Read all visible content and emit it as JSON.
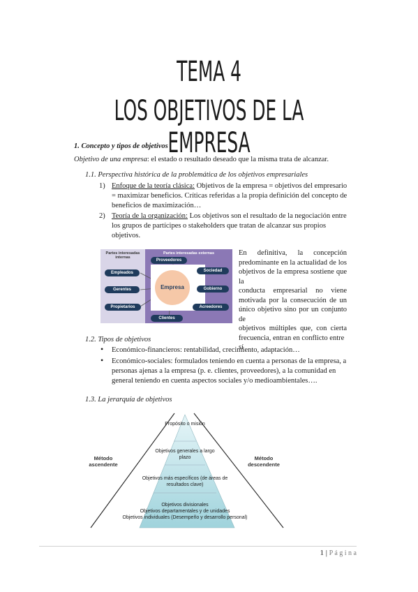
{
  "title": {
    "line1": "TEMA 4",
    "line2": "LOS OBJETIVOS DE LA EMPRESA"
  },
  "section1": {
    "heading": "1.   Concepto y tipos de objetivos",
    "def_term": "Objetivo de una empresa",
    "def_text": ": el estado o resultado deseado que la misma trata de alcanzar."
  },
  "sub11": {
    "heading": "1.1. Perspectiva histórica de la problemática de los objetivos empresariales",
    "item1_num": "1)",
    "item1_term": "Enfoque de la teoría clásica:",
    "item1_line1": " Objetivos de la empresa = objetivos del empresario",
    "item1_line2": "= maximizar beneficios. Críticas referidas a la propia definición del concepto de",
    "item1_line3": "beneficios de maximización…",
    "item2_num": "2)",
    "item2_term": "Teoría de la organización:",
    "item2_line1": " Los objetivos son el resultado de la negociación entre",
    "item2_line2": "los grupos de partícipes o stakeholders que tratan de alcanzar sus propios",
    "item2_line3": "objetivos."
  },
  "conclusion_lines": [
    "En definitiva, la concepción",
    "predominante en la actualidad de los",
    "objetivos de la empresa sostiene que la",
    "conducta empresarial no viene",
    "motivada por la consecución de un",
    "único objetivo sino por un conjunto de",
    "objetivos múltiples que, con cierta",
    "frecuencia, entran en conflicto entre sí"
  ],
  "diagram_stakeholders": {
    "internal_header": "Partes interesadas internas",
    "external_header": "Partes interesadas externas",
    "center": "Empresa",
    "internal": [
      "Empleados",
      "Gerentes",
      "Propietarios"
    ],
    "external": [
      "Proveedores",
      "Sociedad",
      "Gobierno",
      "Acreedores",
      "Clientes"
    ],
    "colors": {
      "internal_bg": "#d9d5e8",
      "external_bg": "#8b78b5",
      "pill": "#1f3b5c",
      "center": "#f6c8a8"
    }
  },
  "sub12": {
    "heading": "1.2. Tipos de objetivos",
    "bullet1_a": "Económico-financieros: ",
    "bullet1_b": "rentabilidad, crecimiento, adaptación…",
    "bullet2_line1": "Económico-sociales: formulados teniendo en cuenta a personas de la empresa, a",
    "bullet2_line2": "personas ajenas a la empresa (p. e. clientes, proveedores), a la comunidad en",
    "bullet2_line3": "general teniendo en cuenta aspectos sociales y/o medioambientales…."
  },
  "sub13": {
    "heading": "1.3. La jerarquía de objetivos"
  },
  "pyramid": {
    "left_label": "Método ascendente",
    "right_label": "Método descendente",
    "levels": [
      "Propósito o misión",
      "Objetivos generales a largo plazo",
      "Objetivos más específicos (de áreas de resultados clave)",
      "Objetivos divisionales",
      "Objetivos departamentales y de unidades",
      "Objetivos individuales (Desempeño y desarrollo personal)"
    ],
    "colors": {
      "top": "#dff2f5",
      "bottom": "#a6d8e0",
      "outline": "#888888"
    }
  },
  "footer": {
    "page": "1",
    "sep": "|",
    "label": "P á g i n a"
  }
}
